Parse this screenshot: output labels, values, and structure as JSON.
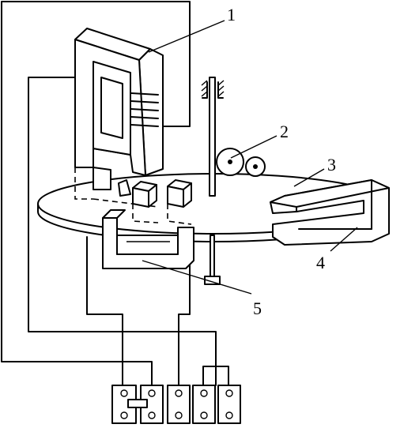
{
  "labels": {
    "part1": "1",
    "part2": "2",
    "part3": "3",
    "part4": "4",
    "part5": "5"
  },
  "colors": {
    "ink": "#000000",
    "paper": "#ffffff"
  }
}
